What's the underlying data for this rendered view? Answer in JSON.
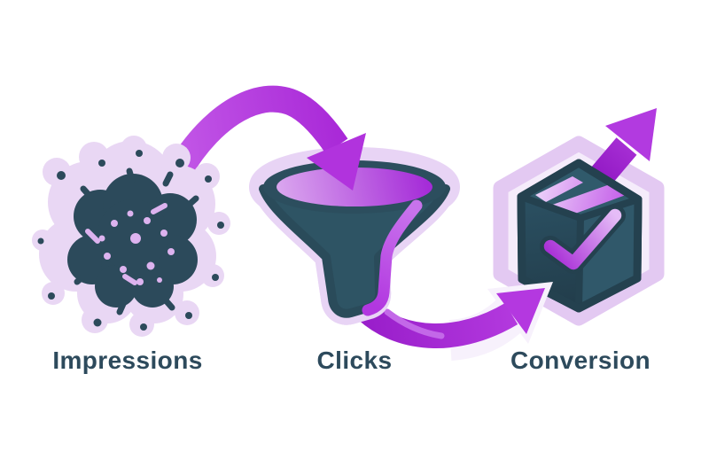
{
  "diagram": {
    "type": "marketing-funnel-flow",
    "background": "#ffffff",
    "stages": [
      {
        "label": "Impressions",
        "icon": "burst-cloud-icon"
      },
      {
        "label": "Clicks",
        "icon": "funnel-icon"
      },
      {
        "label": "Conversion",
        "icon": "package-checkmark-icon"
      }
    ],
    "connectors": [
      {
        "name": "arrow-impressions-to-clicks",
        "shape": "arc-down-into-funnel"
      },
      {
        "name": "arrow-clicks-to-conversion",
        "shape": "arc-up-into-package"
      },
      {
        "name": "growth-arrow",
        "shape": "straight-up-right"
      }
    ],
    "colors": {
      "arrow_purple": "#ab30da",
      "arrow_purple_deep": "#9318c6",
      "arrow_purple_light": "#c466e9",
      "icon_teal": "#2d5263",
      "icon_teal_dark": "#24414f",
      "glow_lavender": "#e8d4f5",
      "glow_pale": "#f5ecfb",
      "mouth_gradient": [
        "#d9a4ee",
        "#a52cd8"
      ],
      "label_text": "#2d4a5c"
    }
  }
}
